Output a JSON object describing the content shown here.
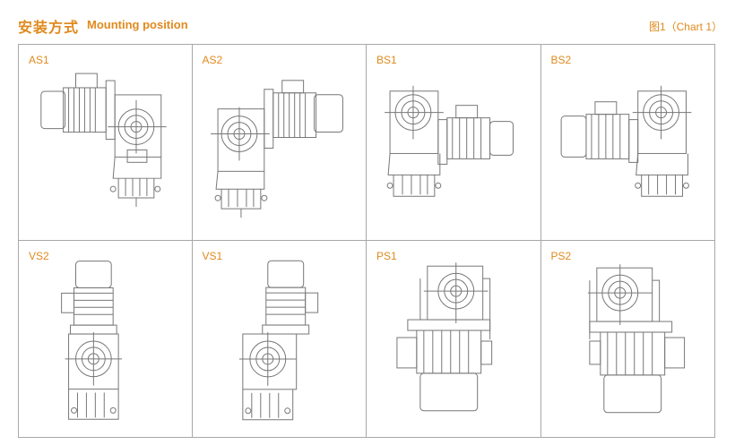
{
  "header": {
    "title_cn": "安装方式",
    "title_en": "Mounting position",
    "chart_ref": "图1（Chart 1）"
  },
  "positions": [
    {
      "label": "AS1"
    },
    {
      "label": "AS2"
    },
    {
      "label": "BS1"
    },
    {
      "label": "BS2"
    },
    {
      "label": "VS2"
    },
    {
      "label": "VS1"
    },
    {
      "label": "PS1"
    },
    {
      "label": "PS2"
    }
  ],
  "colors": {
    "accent": "#e08a1e",
    "grid_line": "#a8a8a8",
    "drawing_stroke": "#777777"
  }
}
